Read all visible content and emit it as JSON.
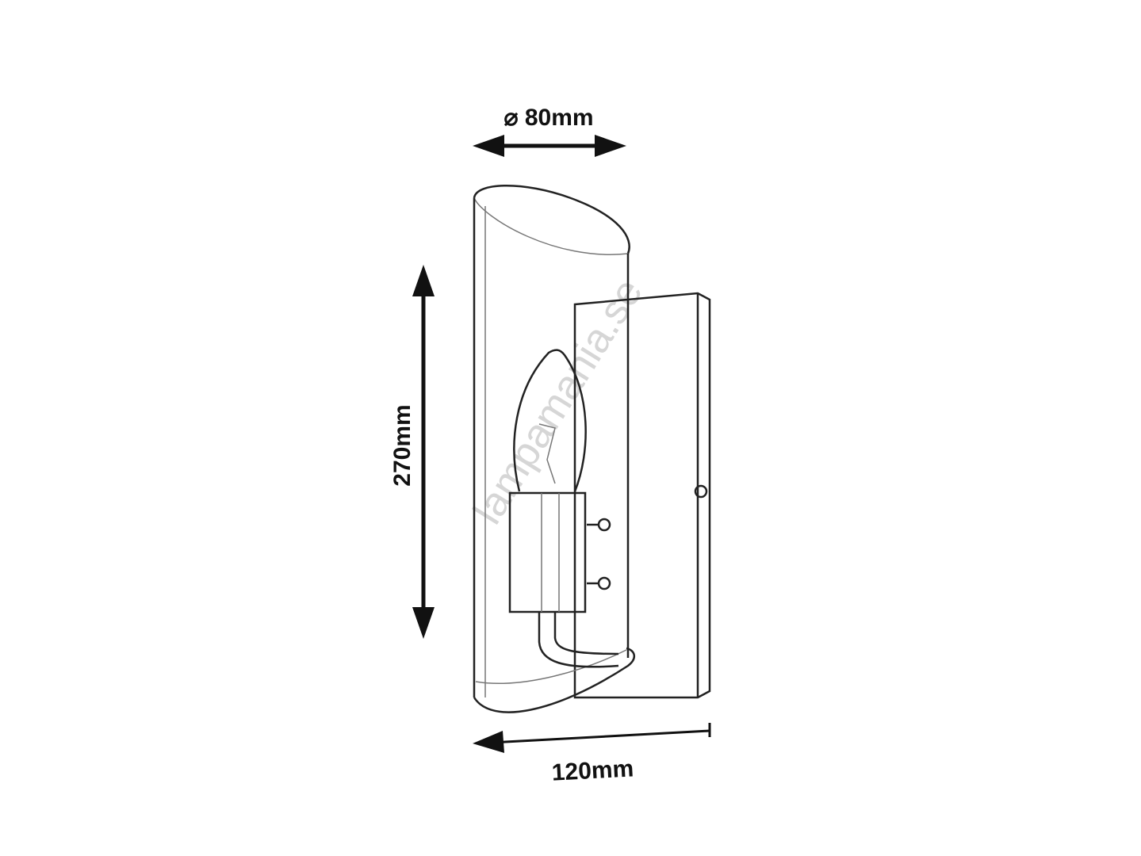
{
  "dimensions": {
    "diameter": "⌀ 80mm",
    "height": "270mm",
    "depth": "120mm"
  },
  "watermark": "lampamania.se",
  "colors": {
    "line": "#222222",
    "watermark": "#d6d6d6"
  }
}
